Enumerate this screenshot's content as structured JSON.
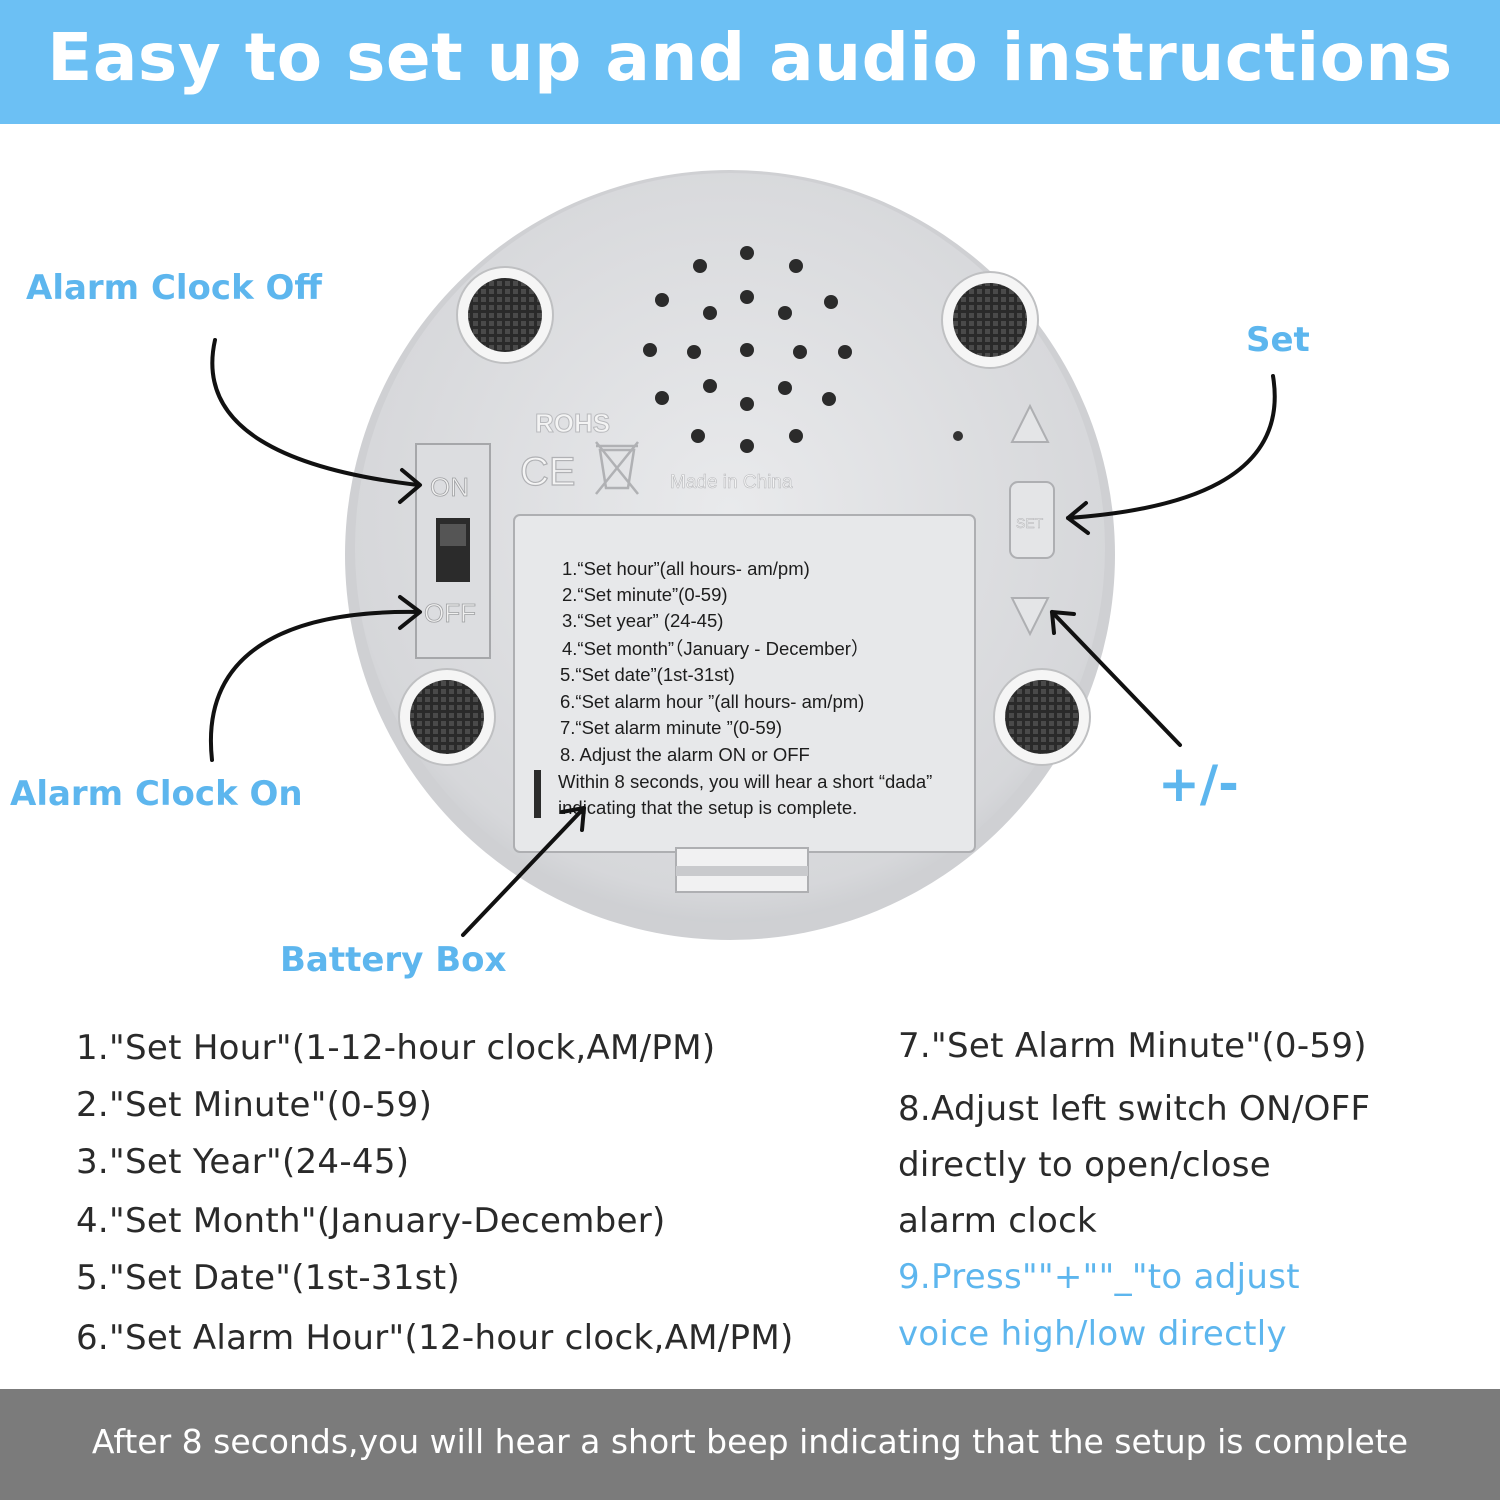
{
  "header": {
    "title": "Easy to set up and audio instructions",
    "bg_color": "#6cc0f4"
  },
  "callouts": {
    "alarm_off": "Alarm Clock Off",
    "alarm_on": "Alarm Clock On",
    "set": "Set",
    "plus_minus": "+/-",
    "battery": "Battery Box",
    "color": "#5db6ee"
  },
  "device": {
    "switch_on": "ON",
    "switch_off": "OFF",
    "rohs": "ROHS",
    "ce": "CE",
    "made_in": "Made in China",
    "set_key": "SET",
    "label_lines": [
      "1.“Set hour”(all hours- am/pm)",
      "2.“Set minute”(0-59)",
      "3.“Set year” (24-45)",
      "4.“Set month”（January - December）",
      "5.“Set date”(1st-31st)",
      "6.“Set alarm hour ”(all hours- am/pm)",
      "7.“Set alarm minute ”(0-59)",
      "8. Adjust the alarm ON or OFF",
      "Within 8 seconds, you will hear a short “dada”",
      "indicating that the setup is complete."
    ]
  },
  "steps_left": [
    "1.\"Set Hour\"(1-12-hour clock,AM/PM)",
    "2.\"Set Minute\"(0-59)",
    "3.\"Set Year\"(24-45)",
    "4.\"Set Month\"(January-December)",
    "5.\"Set Date\"(1st-31st)",
    "6.\"Set Alarm Hour\"(12-hour clock,AM/PM)"
  ],
  "steps_right": [
    "7.\"Set Alarm Minute\"(0-59)",
    "8.Adjust left switch ON/OFF",
    "directly to open/close",
    "alarm clock",
    "9.Press\"\"+\"\"_\"to adjust",
    "voice high/low directly"
  ],
  "footer": {
    "text": "After 8 seconds,you will hear a short beep indicating that the setup is complete",
    "bg_color": "#7b7b7b"
  }
}
